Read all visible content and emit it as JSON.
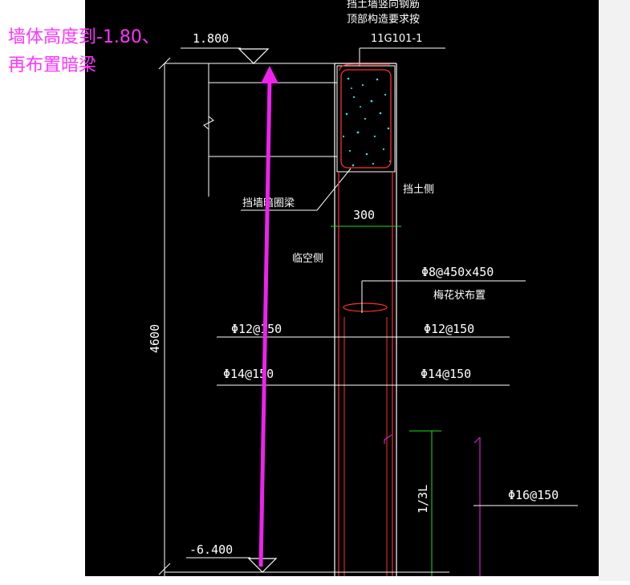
{
  "annotation": {
    "line1": "墙体高度到-1.80、",
    "line2": "再布置暗梁",
    "color": "#ff33ff"
  },
  "drawing": {
    "top_elevation": "1.800",
    "bottom_elevation": "-6.400",
    "wall_height": "4600",
    "wall_thickness": "300",
    "top_note_line1": "挡土墙竖向钢筋",
    "top_note_line2": "顶部构造要求按",
    "top_note_line3": "11G101-1",
    "beam_label": "挡墙暗圈梁",
    "soil_side": "挡土侧",
    "open_side": "临空侧",
    "tie_bar": "Φ8@450x450",
    "tie_layout": "梅花状布置",
    "left_vertical_bar": "Φ12@150",
    "right_vertical_bar": "Φ12@150",
    "left_horizontal_bar": "Φ14@150",
    "right_horizontal_bar": "Φ14@150",
    "footing_bar": "Φ16@150",
    "anchor_length": "1/3L"
  },
  "colors": {
    "background": "#000000",
    "line_white": "#ffffff",
    "rebar_red": "#ff3030",
    "dim_green": "#22dd22",
    "concrete_cyan": "#33ddee",
    "arrow_magenta": "#ee22ee"
  }
}
